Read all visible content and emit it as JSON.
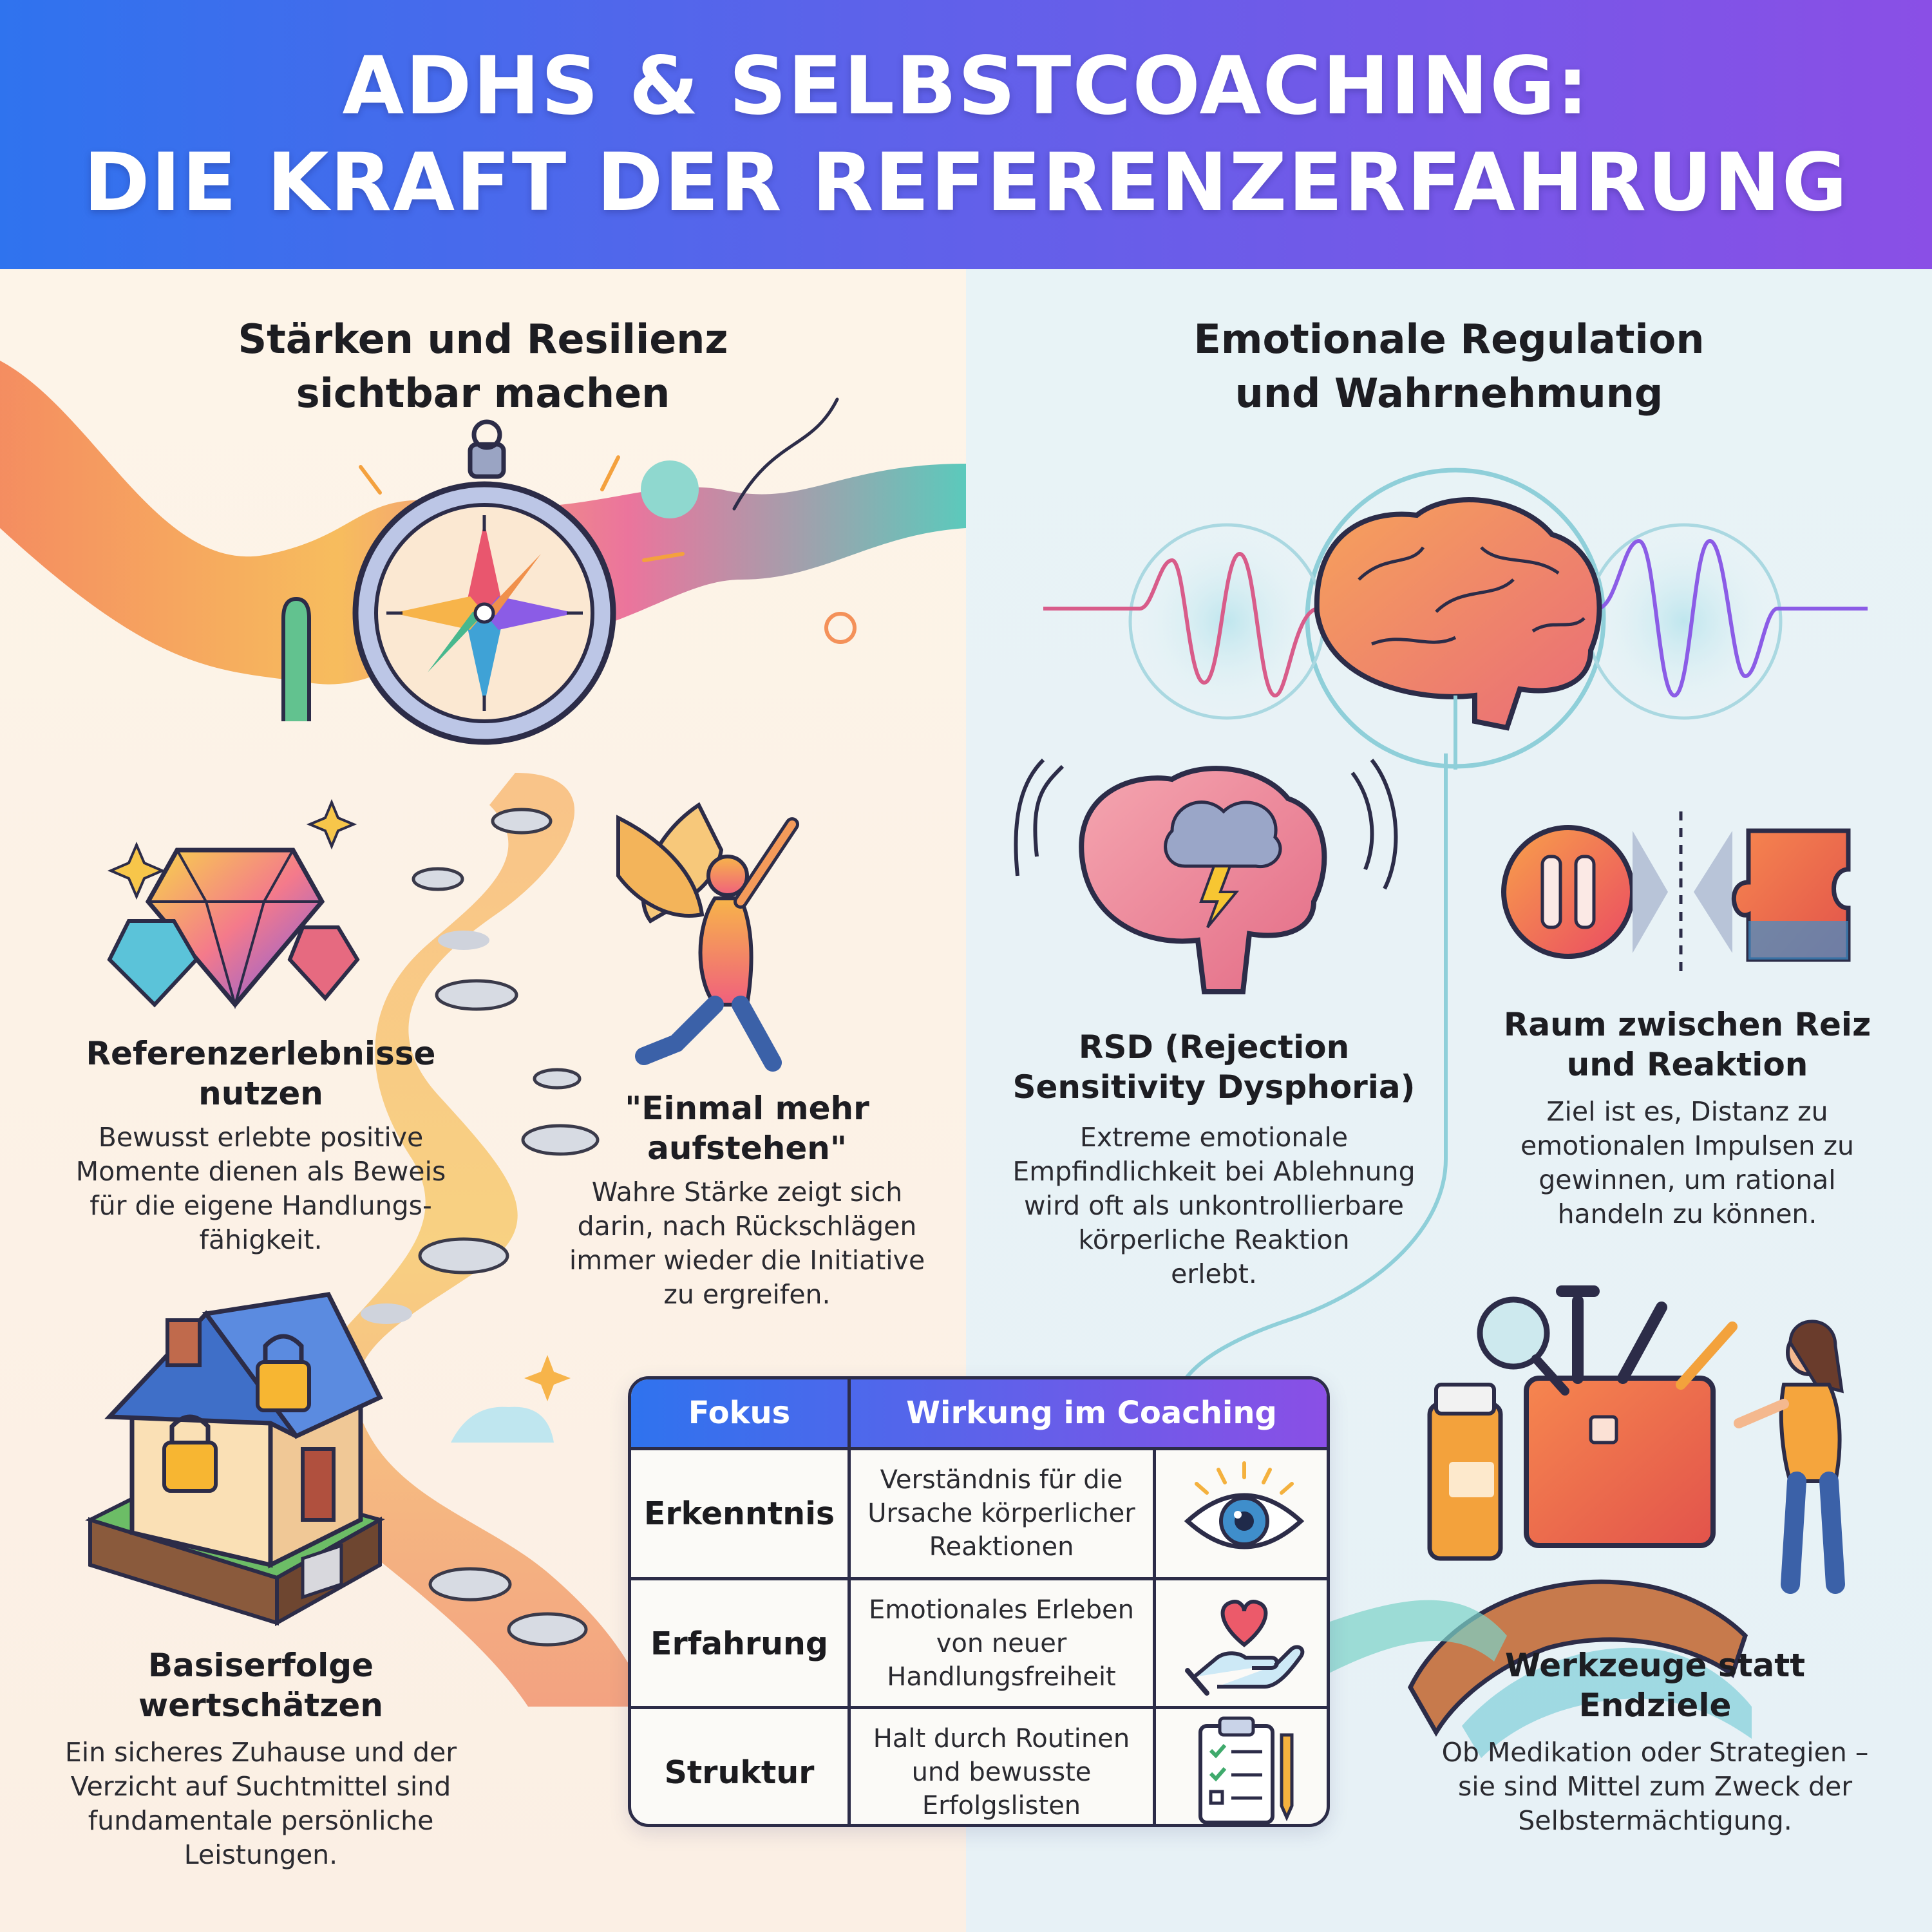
{
  "header": {
    "title_line1": "ADHS & SELBSTCOACHING:",
    "title_line2": "DIE KRAFT DER REFERENZERFAHRUNG"
  },
  "left": {
    "heading_line1": "Stärken und Resilienz",
    "heading_line2": "sichtbar machen",
    "referenz": {
      "title_line1": "Referenzerlebnisse",
      "title_line2": "nutzen",
      "text": [
        "Bewusst erlebte positive",
        "Momente dienen als Beweis",
        "für die eigene Handlungs-",
        "fähigkeit."
      ]
    },
    "aufstehen": {
      "title_line1": "\"Einmal mehr",
      "title_line2": "aufstehen\"",
      "text": [
        "Wahre Stärke zeigt sich",
        "darin, nach Rückschlägen",
        "immer wieder die Initiative",
        "zu ergreifen."
      ]
    },
    "basis": {
      "title_line1": "Basiserfolge",
      "title_line2": "wertschätzen",
      "text": [
        "Ein sicheres Zuhause und der",
        "Verzicht auf Suchtmittel sind",
        "fundamentale persönliche",
        "Leistungen."
      ]
    }
  },
  "right": {
    "heading_line1": "Emotionale Regulation",
    "heading_line2": "und Wahrnehmung",
    "rsd": {
      "title_line1": "RSD (Rejection",
      "title_line2": "Sensitivity Dysphoria)",
      "text": [
        "Extreme emotionale",
        "Empfindlichkeit bei Ablehnung",
        "wird oft als unkontrollierbare",
        "körperliche Reaktion",
        "erlebt."
      ]
    },
    "raum": {
      "title_line1": "Raum zwischen Reiz",
      "title_line2": "und Reaktion",
      "text": [
        "Ziel ist es, Distanz zu",
        "emotionalen Impulsen zu",
        "gewinnen, um rational",
        "handeln zu können."
      ]
    },
    "werkzeuge": {
      "title_line1": "Werkzeuge statt",
      "title_line2": "Endziele",
      "text": [
        "Ob Medikation oder Strategien –",
        "sie sind Mittel zum Zweck der",
        "Selbstermächtigung."
      ]
    }
  },
  "table": {
    "col1": "Fokus",
    "col2": "Wirkung im Coaching",
    "rows": [
      {
        "focus": "Erkenntnis",
        "text": [
          "Verständnis für die",
          "Ursache körperlicher",
          "Reaktionen"
        ],
        "icon": "eye-icon"
      },
      {
        "focus": "Erfahrung",
        "text": [
          "Emotionales Erleben",
          "von neuer",
          "Handlungsfreiheit"
        ],
        "icon": "heart-hand-icon"
      },
      {
        "focus": "Struktur",
        "text": [
          "Halt durch Routinen",
          "und bewusste",
          "Erfolgslisten"
        ],
        "icon": "checklist-icon"
      }
    ]
  },
  "colors": {
    "header_start": "#2f73ee",
    "header_end": "#8a4fe6",
    "left_bg": "#fdf4e8",
    "right_bg": "#e8f3f6",
    "accent_orange": "#f5873c",
    "accent_teal": "#3fc2b4"
  }
}
